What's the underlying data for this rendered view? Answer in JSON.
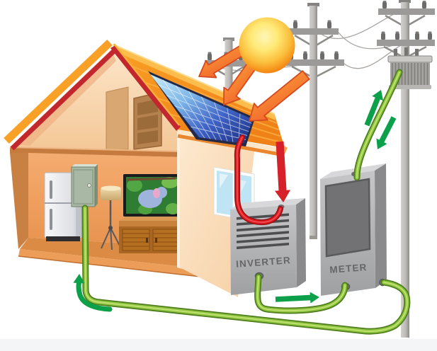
{
  "labels": {
    "inverter": "INVERTER",
    "meter": "METER"
  },
  "colors": {
    "background": "#FFFFFF",
    "ground_strip": "#F4F5F7",
    "sun_core": "#FFF6B8",
    "sun_edge": "#EF7A16",
    "sunlight_arrow_light": "#FBB03B",
    "sunlight_arrow_deep": "#F1592A",
    "roof_orange": "#F7941D",
    "roof_stripe": "#FBAD3F",
    "roof_ridge_highlight": "#FCBD4D",
    "roof_trim_red": "#C1272D",
    "eave_fascia": "#FDE7C8",
    "wall_peach": "#FBE3C8",
    "interior_wall_orange": "#F2A76B",
    "floor_orange": "#DB8B44",
    "attic_peach": "#FCE6CA",
    "attic_door_brown": "#B5814E",
    "panel_blue_light": "#CDEFF8",
    "panel_blue_dark": "#1B2C7E",
    "panel_grid_white": "#FFFFFF",
    "window_glass_blue": "#BFE4F4",
    "device_gray_light": "#D8D8DA",
    "device_gray_front": "#B5B5B7",
    "device_gray_side": "#8A8A8C",
    "vent_slate": "#4E4E50",
    "meter_screen_gray": "#727275",
    "label_gray": "#66666A",
    "pole_gray": "#BDBBB8",
    "crossarm_gray": "#9C9A98",
    "wire_gray": "#A8A5A2",
    "transformer_gray": "#A5A3A0",
    "cable_green": "#8DC63F",
    "cable_green_dark": "#4F7C1D",
    "cable_green_highlight": "#CBE37B",
    "arrow_green": "#0CA04B",
    "cable_red": "#E01B22",
    "cable_red_dark": "#991014",
    "arrow_red": "#D6202A",
    "fridge_white": "#F8F8FA",
    "breaker_panel_green": "#A9B8A4",
    "tv_frame_black": "#1C1C1E",
    "cabinet_brown": "#A96723",
    "lamp_shade_tan": "#D4B483"
  },
  "scene_objects": [
    "sun",
    "sunlight arrows",
    "house cutaway",
    "rooftop solar panel",
    "window",
    "refrigerator",
    "breaker panel",
    "floor lamp",
    "television",
    "tv cabinet",
    "inverter",
    "meter",
    "utility poles",
    "power lines",
    "pole transformer",
    "red dc cable",
    "green ac cables",
    "energy flow arrows"
  ]
}
